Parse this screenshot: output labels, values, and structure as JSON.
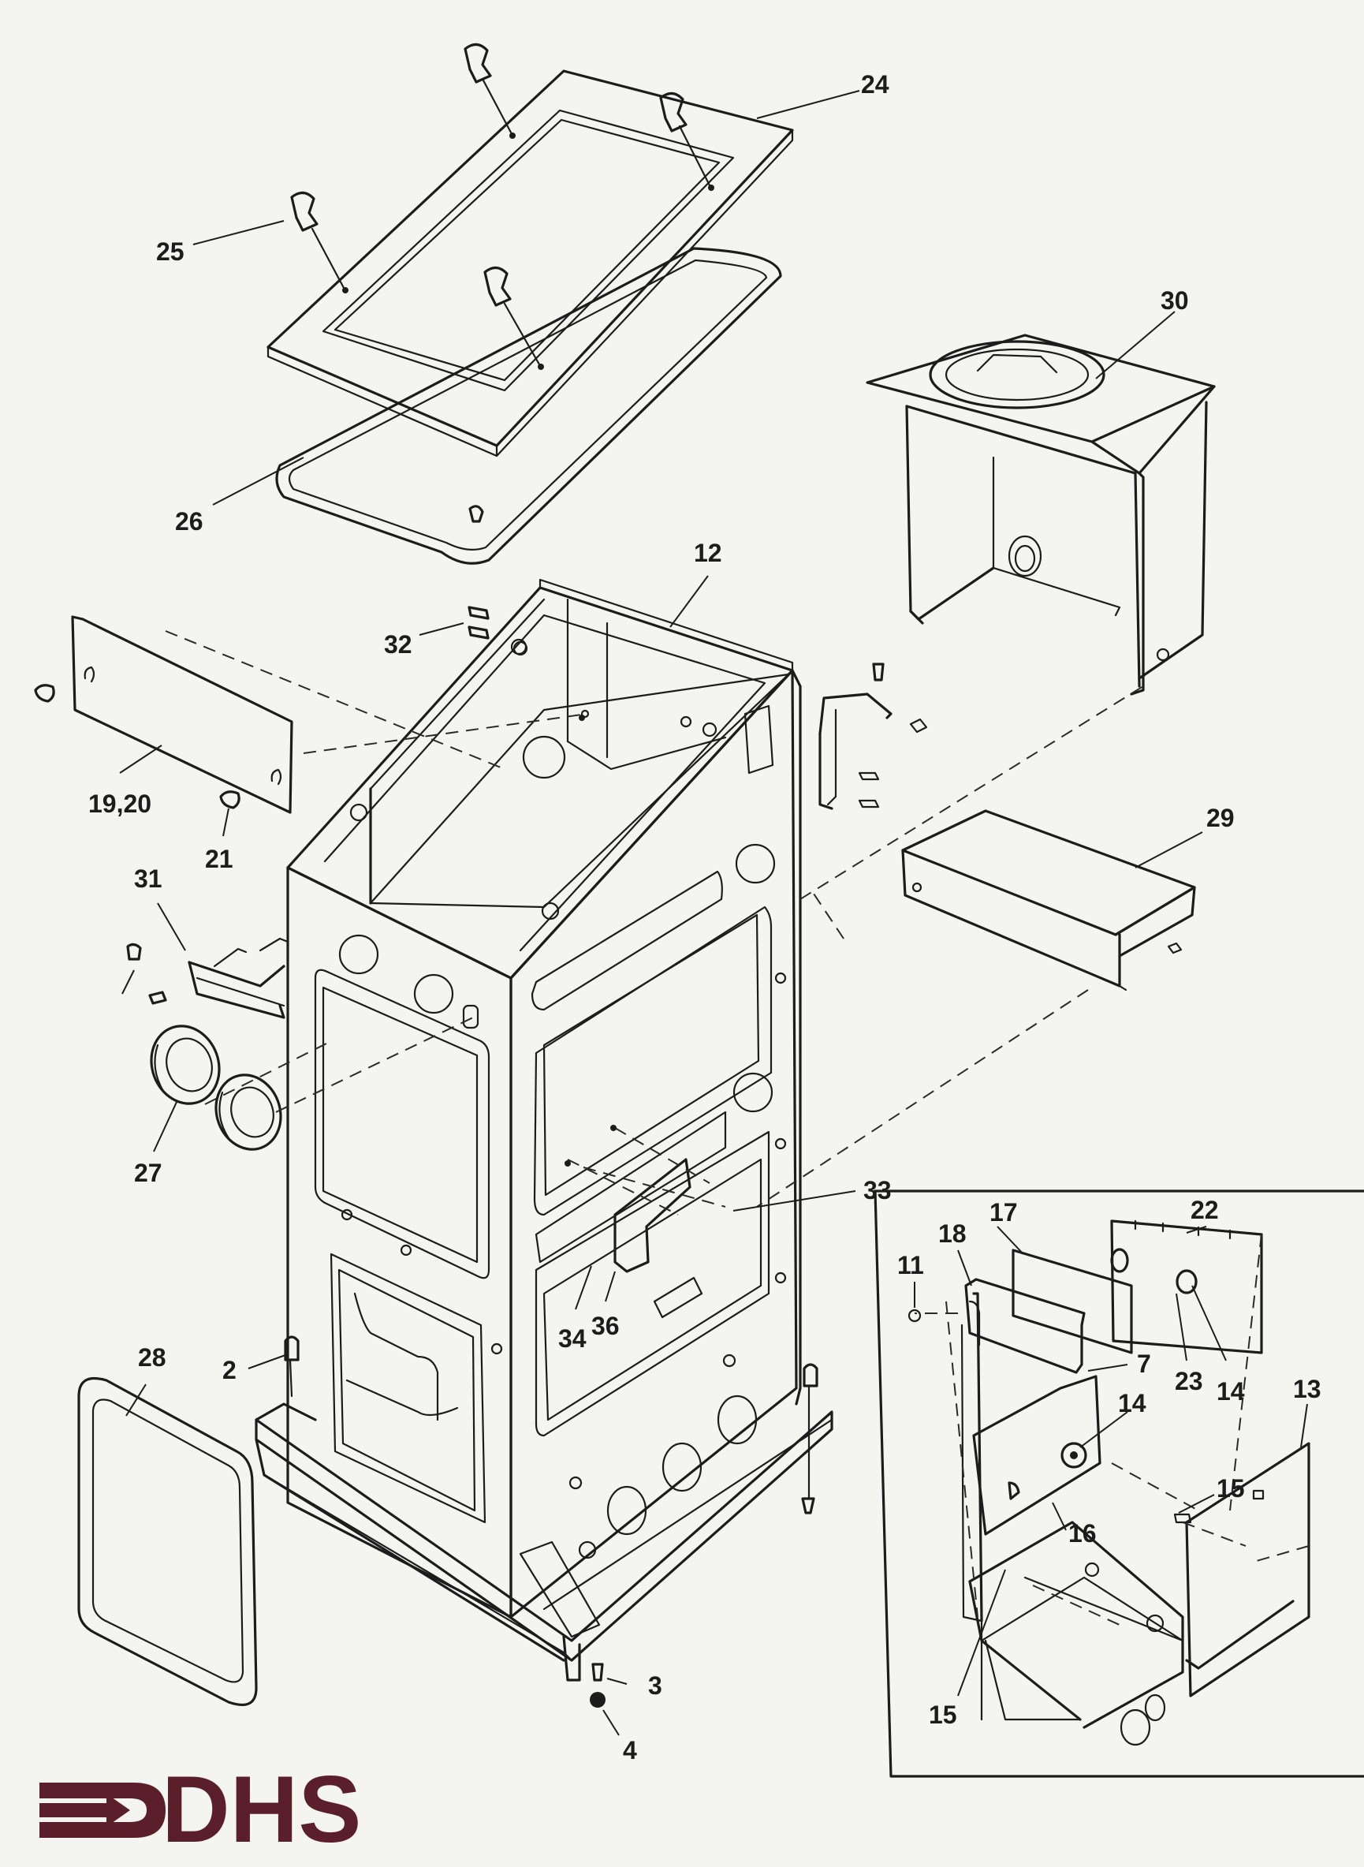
{
  "callouts": {
    "c24": "24",
    "c25": "25",
    "c26": "26",
    "c30": "30",
    "c12": "12",
    "c32": "32",
    "c19_20": "19,20",
    "c21": "21",
    "c31": "31",
    "c29": "29",
    "c27": "27",
    "c33": "33",
    "c28": "28",
    "c2": "2",
    "c34": "34",
    "c36": "36",
    "c3": "3",
    "c4": "4",
    "c17": "17",
    "c22": "22",
    "c18": "18",
    "c11": "11",
    "c7": "7",
    "c23": "23",
    "c14a": "14",
    "c14b": "14",
    "c13": "13",
    "c15a": "15",
    "c16": "16",
    "c15b": "15"
  },
  "logo": {
    "text": "DHS",
    "color": "#5a1f2b"
  }
}
